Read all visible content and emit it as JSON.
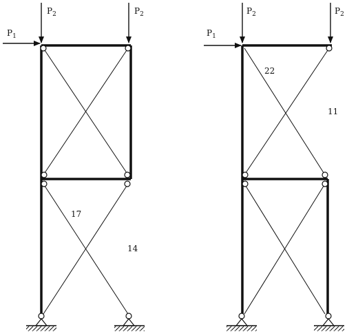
{
  "figure": {
    "left_frame": {
      "load_horizontal": {
        "letter": "P",
        "index": "1"
      },
      "load_vertical_left": {
        "letter": "P",
        "index": "2"
      },
      "load_vertical_right": {
        "letter": "P",
        "index": "2"
      },
      "member_labels": [
        "17",
        "14"
      ]
    },
    "right_frame": {
      "load_horizontal": {
        "letter": "P",
        "index": "1"
      },
      "load_vertical_left": {
        "letter": "P",
        "index": "2"
      },
      "load_vertical_right": {
        "letter": "P",
        "index": "2"
      },
      "member_labels": [
        "22",
        "11"
      ]
    }
  },
  "colors": {
    "ink": "#111111",
    "background": "#ffffff"
  }
}
